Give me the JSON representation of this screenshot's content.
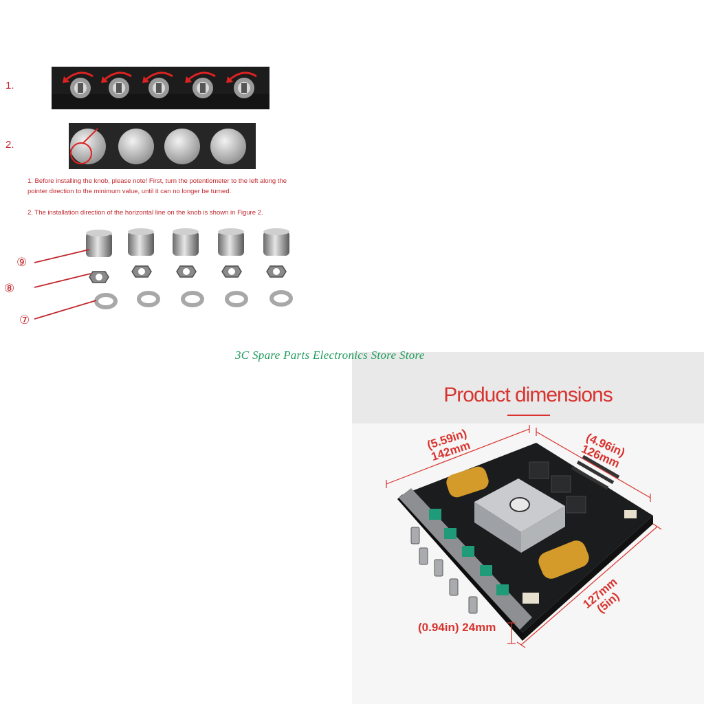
{
  "steps": {
    "step1_label": "1.",
    "step2_label": "2."
  },
  "notes": {
    "note1_line1": "1. Before installing the knob, please note! First, turn the potentiometer to the left along the",
    "note1_line2": "pointer direction to the minimum value, until it can no longer be turned.",
    "note2": "2. The installation direction of the horizontal line on the knob is shown in Figure 2."
  },
  "parts": {
    "knob_callout": "⑨",
    "nut_callout": "⑧",
    "washer_callout": "⑦",
    "count": 5
  },
  "watermark": "3C Spare Parts Electronics Store Store",
  "dimensions": {
    "title": "Product dimensions",
    "length_in": "(5.59in)",
    "length_mm": "142mm",
    "width_in": "(4.96in)",
    "width_mm": "126mm",
    "depth_mm": "127mm",
    "depth_in": "(5in)",
    "height_label": "(0.94in) 24mm"
  },
  "colors": {
    "accent_red": "#c0272d",
    "title_red": "#d8332e",
    "watermark_green": "#1e9a5a"
  }
}
